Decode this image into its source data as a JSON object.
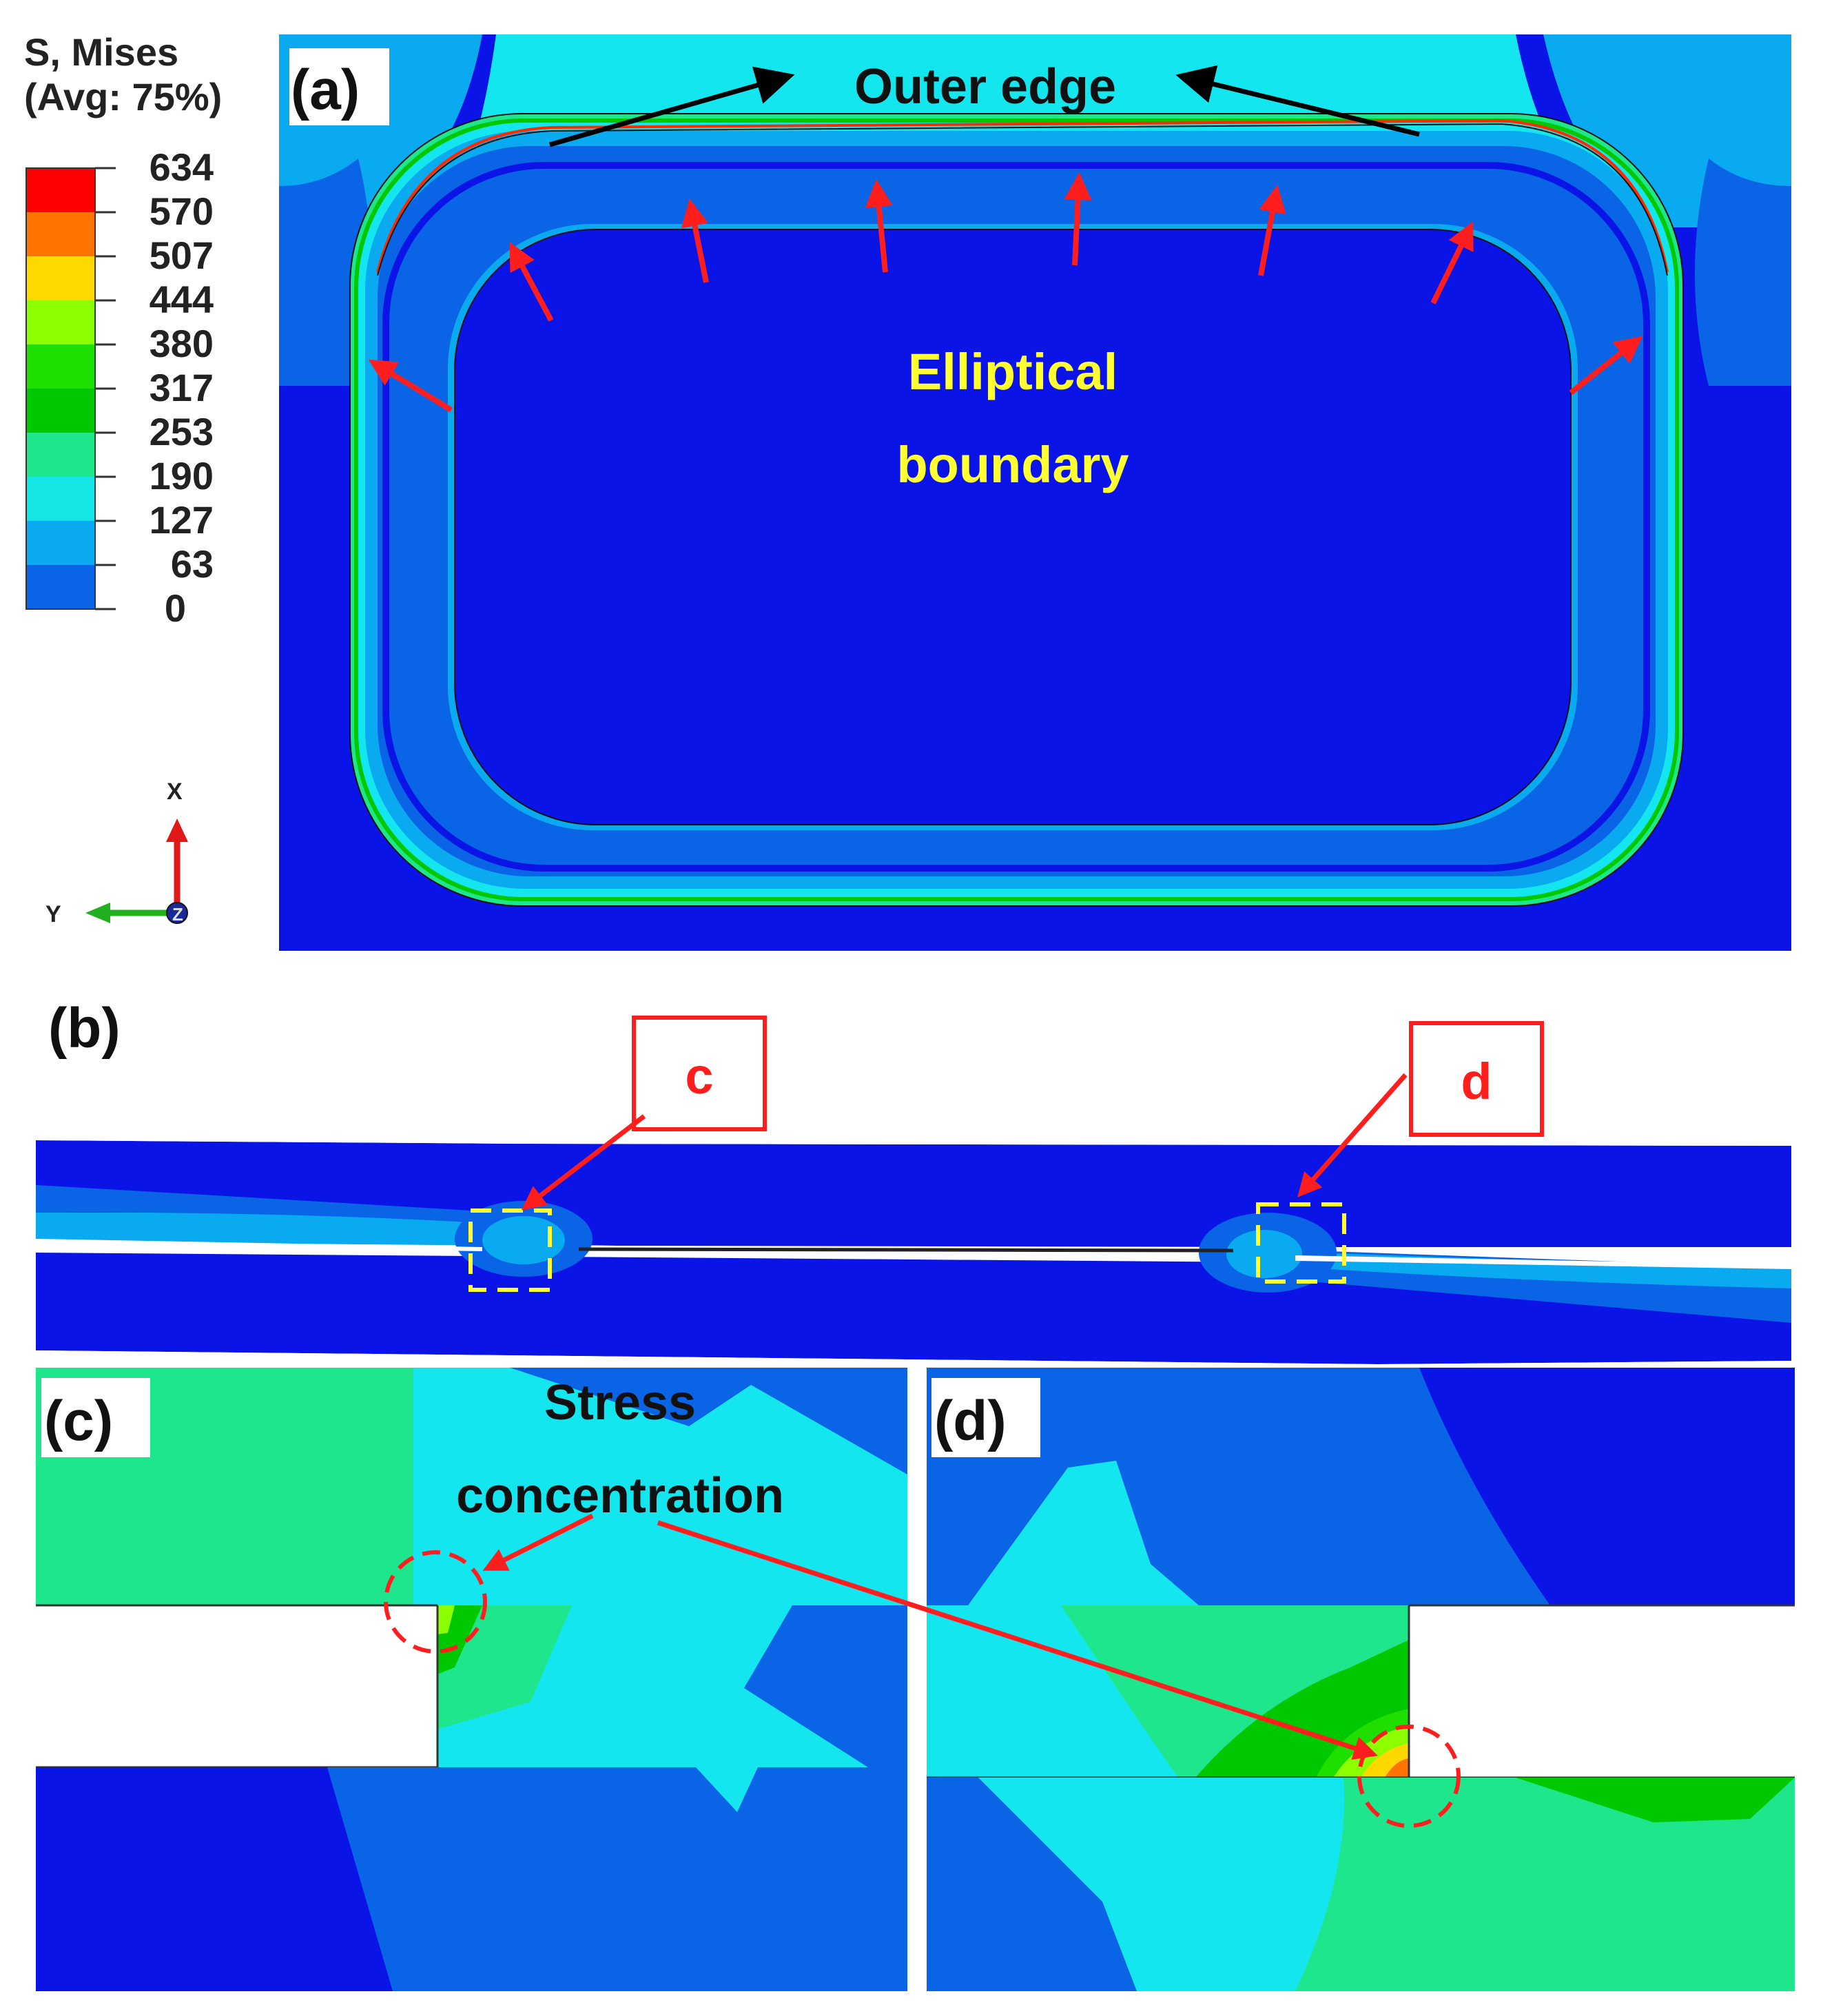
{
  "legend": {
    "title_line1": "S, Mises",
    "title_line2": "(Avg: 75%)",
    "levels": [
      "634",
      "570",
      "507",
      "444",
      "380",
      "317",
      "253",
      "190",
      "127",
      "63",
      "0"
    ],
    "colors": [
      "#ff0000",
      "#ff7300",
      "#ffd800",
      "#8cff00",
      "#1fdf00",
      "#00c800",
      "#1ee68c",
      "#14e6e6",
      "#0aaaf0",
      "#0a64e6",
      "#0014ff"
    ]
  },
  "axes_triad": {
    "x_label": "X",
    "y_label": "Y",
    "z_label": "Z"
  },
  "panel_a": {
    "label": "(a)",
    "outer_edge_label": "Outer edge",
    "elliptical_line1": "Elliptical",
    "elliptical_line2": "boundary"
  },
  "panel_b": {
    "label": "(b)",
    "box_c": "c",
    "box_d": "d"
  },
  "panel_c": {
    "label": "(c)",
    "stress_line1": "Stress",
    "stress_line2": "concentration"
  },
  "panel_d": {
    "label": "(d)"
  },
  "colors": {
    "deep_blue": "#0a14e6",
    "mid_blue": "#0a64e6",
    "light_blue": "#0aaaf0",
    "cyan": "#14e6f0",
    "mint": "#1ee68c",
    "green": "#00c800",
    "annotation_red": "#ff1e1e",
    "highlight_yellow": "#ffff32"
  }
}
